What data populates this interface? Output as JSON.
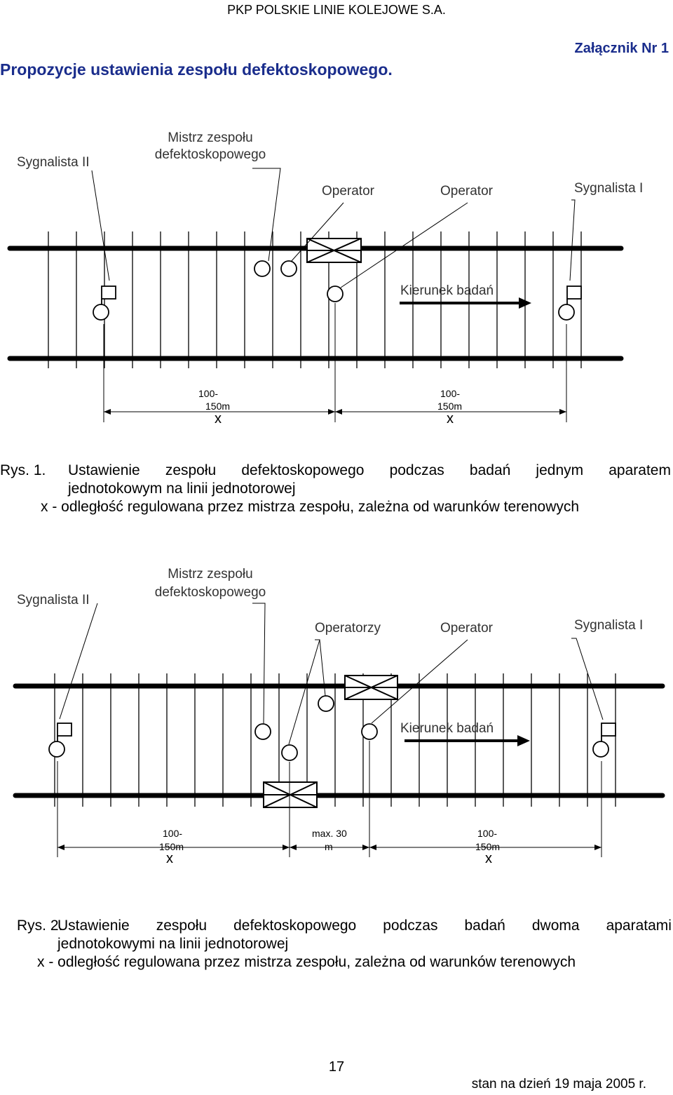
{
  "header": {
    "company": "PKP POLSKIE LINIE KOLEJOWE S.A.",
    "annex": "Załącznik Nr 1",
    "title": "Propozycje ustawienia zespołu defektoskopowego."
  },
  "figure1": {
    "labels": {
      "signaller_2": "Sygnalista II",
      "master_line1": "Mistrz zespołu",
      "master_line2": "defektoskopowego",
      "operator_a": "Operator",
      "operator_b": "Operator",
      "signaller_1": "Sygnalista I",
      "direction": "Kierunek badań"
    },
    "dimensions": [
      {
        "line1": "100-",
        "line2": "150m",
        "x": "x"
      },
      {
        "line1": "100-",
        "line2": "150m",
        "x": "x"
      }
    ],
    "caption": {
      "prefix": "Rys. 1.",
      "words": [
        "Ustawienie",
        "zespołu",
        "defektoskopowego",
        "podczas",
        "badań",
        "jednym",
        "aparatem"
      ],
      "line2": "jednotokowym na linii jednotorowej",
      "line3": "x - odległość regulowana przez mistrza zespołu, zależna od warunków terenowych"
    }
  },
  "figure2": {
    "labels": {
      "signaller_2": "Sygnalista II",
      "master_line1": "Mistrz zespołu",
      "master_line2": "defektoskopowego",
      "operators": "Operatorzy",
      "operator": "Operator",
      "signaller_1": "Sygnalista I",
      "direction": "Kierunek badań"
    },
    "dimensions": [
      {
        "line1": "100-",
        "line2": "150m",
        "x": "x"
      },
      {
        "line1": "max. 30",
        "line2": "m",
        "x": ""
      },
      {
        "line1": "100-",
        "line2": "150m",
        "x": "x"
      }
    ],
    "caption": {
      "prefix": "Rys. 2.",
      "words": [
        "Ustawienie",
        "zespołu",
        "defektoskopowego",
        "podczas",
        "badań",
        "dwoma",
        "aparatami"
      ],
      "line2": "jednotokowymi na linii jednotorowej",
      "line3": "x - odległość regulowana przez mistrza zespołu, zależna od warunków terenowych"
    }
  },
  "footer": {
    "page_number": "17",
    "date": "stan na dzień 19 maja 2005 r."
  }
}
